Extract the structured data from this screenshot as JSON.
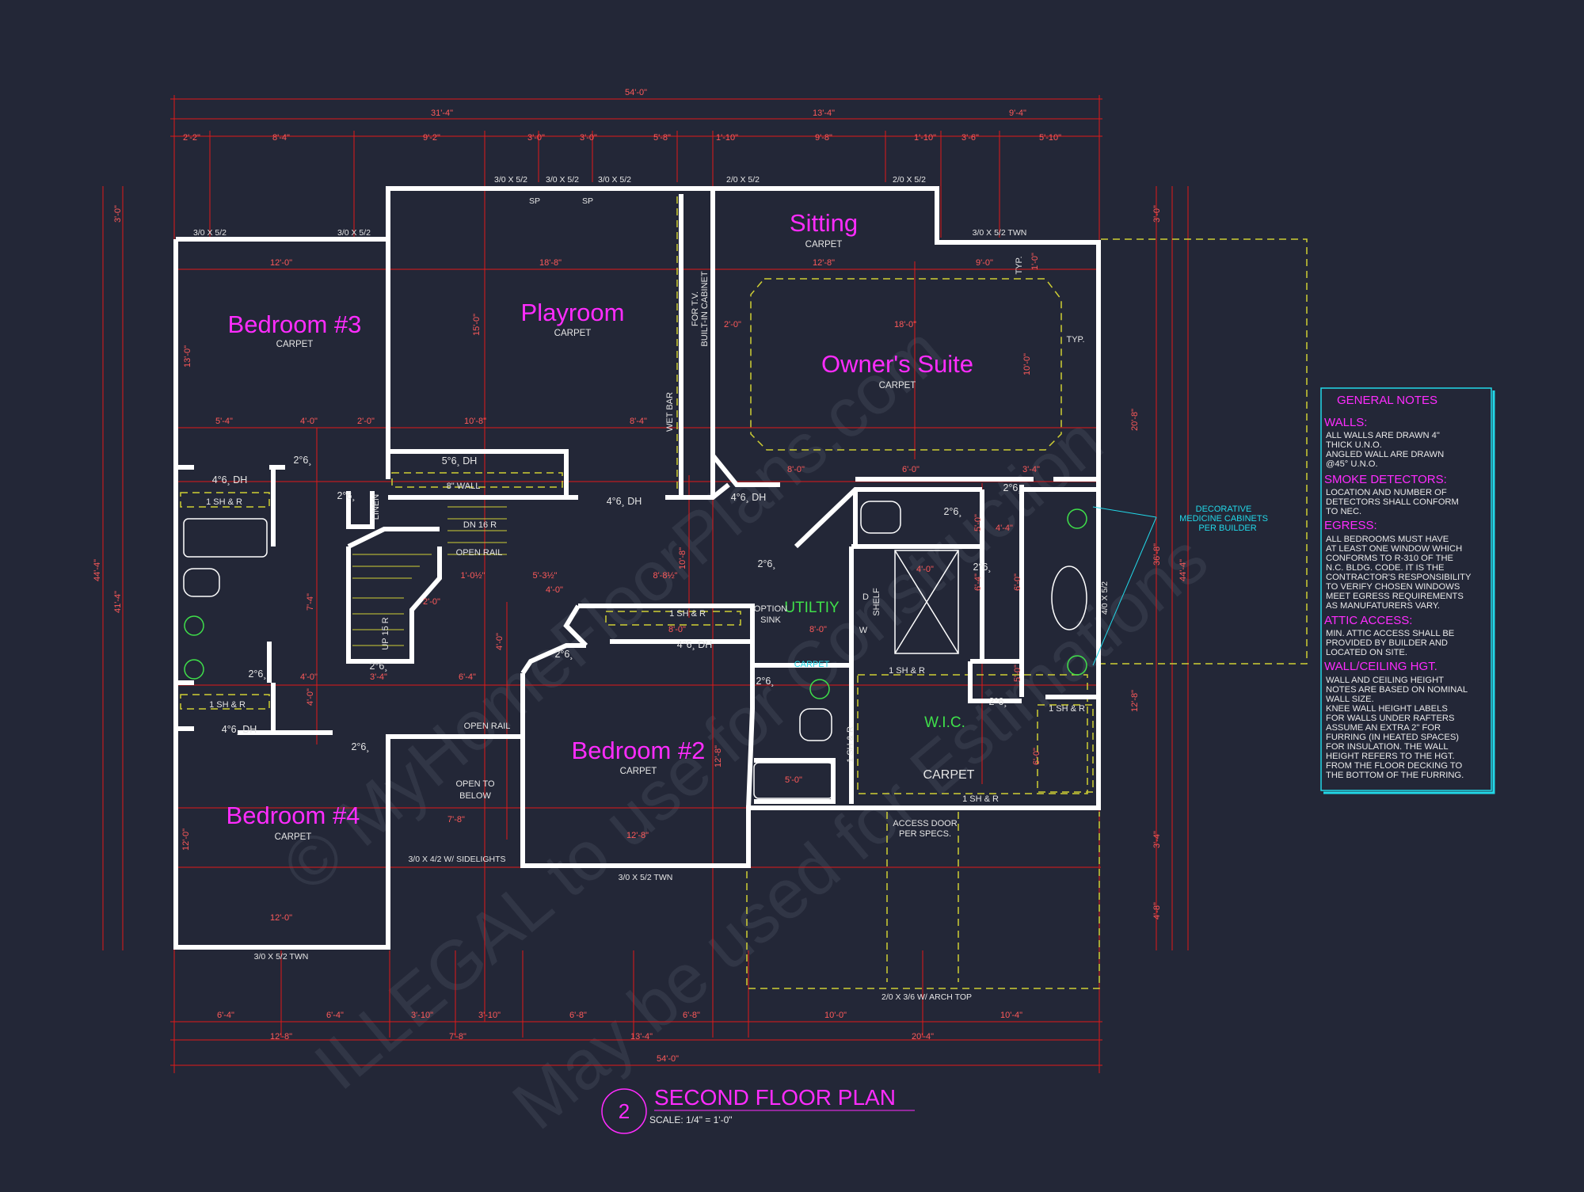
{
  "title": {
    "number": "2",
    "text": "SECOND FLOOR PLAN",
    "scale": "SCALE: 1/4\" = 1'-0\""
  },
  "rooms": {
    "bedroom3": {
      "name": "Bedroom #3",
      "floor": "CARPET"
    },
    "playroom": {
      "name": "Playroom",
      "floor": "CARPET"
    },
    "sitting": {
      "name": "Sitting",
      "floor": "CARPET"
    },
    "owners_suite": {
      "name": "Owner's Suite",
      "floor": "CARPET"
    },
    "bedroom2": {
      "name": "Bedroom #2",
      "floor": "CARPET"
    },
    "bedroom4": {
      "name": "Bedroom #4",
      "floor": "CARPET"
    },
    "utility": {
      "name": "UTILTIY"
    },
    "wic": {
      "name": "W.I.C.",
      "floor": "CARPET"
    }
  },
  "windows": {
    "w1": "3/0 X 5/2",
    "w2": "3/0 X 5/2",
    "w3": "3/0 X 5/2",
    "w4": "3/0 X 5/2",
    "w5": "3/0 X 5/2",
    "w6": "2/0 X 5/2",
    "w7": "2/0 X 5/2",
    "w8": "3/0 X 5/2 TWN",
    "w9": "3/0 X 5/2 TWN",
    "w10": "3/0 X 4/2 W/ SIDELIGHTS",
    "w11": "3/0 X 5/2 TWN",
    "w12": "2/0 X 3/6 W/ ARCH TOP",
    "w13": "4/0 X 5/2",
    "sp1": "SP",
    "sp2": "SP"
  },
  "doors": {
    "d1": "4°6¸ DH",
    "d2": "2°6¸",
    "d3": "2°6¸",
    "d4": "5°6¸ DH",
    "d5": "4°6¸ DH",
    "d6": "4°6¸ DH",
    "d7": "2°6¸",
    "d8": "2°6¸",
    "d9": "2°6¸",
    "d10": "2°6¸",
    "d11": "2°6¸",
    "d12": "4°6¸ DH",
    "d13": "2°6¸",
    "d14": "2°6¸",
    "d15": "2°6¸",
    "d16": "4°6¸ DH",
    "d17": "2°6¸",
    "d18": "2°6¸"
  },
  "labels": {
    "sh1": "1 SH & R",
    "sh2": "1 SH & R",
    "sh3": "1 SH & R",
    "sh4": "1 SH & R",
    "sh5": "1 SH & R",
    "sh6": "1 SH & R",
    "sh7": "1 SH & R",
    "linen": "LINEN",
    "eight_wall": "8\" WALL",
    "stair_down": "DN 16 R",
    "open_rail1": "OPEN RAIL",
    "open_rail2": "OPEN RAIL",
    "stair_up": "UP 15 R",
    "open_below1": "OPEN TO",
    "open_below2": "BELOW",
    "wet_bar": "WET BAR",
    "tv1": "FOR T.V.",
    "tv2": "BUILT-IN CABINET",
    "option1": "OPTION",
    "option2": "SINK",
    "shelf": "SHELF",
    "d": "D",
    "w": "W",
    "access1": "ACCESS DOOR",
    "access2": "PER SPECS.",
    "typ1": "TYP.",
    "typ2": "TYP.",
    "carpet_util": "CARPET",
    "deco1": "DECORATIVE",
    "deco2": "MEDICINE CABINETS",
    "deco3": "PER BUILDER"
  },
  "dimensions": {
    "top_overall": "54'-0\"",
    "top_a": "31'-4\"",
    "top_b": "13'-4\"",
    "top_c": "9'-4\"",
    "t1": "2'-2\"",
    "t2": "8'-4\"",
    "t3": "9'-2\"",
    "t4": "3'-0\"",
    "t5": "3'-0\"",
    "t6": "5'-8\"",
    "t7": "1'-10\"",
    "t8": "9'-8\"",
    "t9": "1'-10\"",
    "t10": "3'-6\"",
    "t11": "5'-10\"",
    "b1": "6'-4\"",
    "b2": "6'-4\"",
    "b3": "3'-10\"",
    "b4": "3'-10\"",
    "b5": "6'-8\"",
    "b6": "6'-8\"",
    "b7": "10'-0\"",
    "b8": "10'-4\"",
    "bb1": "12'-8\"",
    "bb2": "7'-8\"",
    "bb3": "13'-4\"",
    "bb4": "20'-4\"",
    "bottom_overall": "54'-0\"",
    "left_overall": "44'-4\"",
    "left_a": "41'-4\"",
    "left_b": "3'-0\"",
    "right_overall": "44'-4\"",
    "right_a": "20'-8\"",
    "right_b": "36'-8\"",
    "right_c": "12'-8\"",
    "right_d": "3'-4\"",
    "right_e": "4'-8\"",
    "right_f": "3'-0\"",
    "r_b3": "12'-0\"",
    "r_b3v": "13'-0\"",
    "r_play": "18'-8\"",
    "r_playv": "15'-0\"",
    "r_sit": "12'-8\"",
    "r_own": "18'-0\"",
    "r_ownv": "10'-0\"",
    "r_2ft": "2'-0\"",
    "r_9ft": "9'-0\"",
    "r_1ft": "1'-0\"",
    "r_b2": "12'-8\"",
    "r_b2v": "12'-8\"",
    "r_b4": "12'-0\"",
    "r_b4v": "12'-0\"",
    "r_open": "7'-8\"",
    "m1": "5'-4\"",
    "m2": "4'-0\"",
    "m3": "2'-0\"",
    "m4": "10'-8\"",
    "m5": "8'-4\"",
    "m6": "8'-0\"",
    "m7": "6'-0\"",
    "m8": "3'-4\"",
    "m9": "5'-3½\"",
    "m10": "8'-8½\"",
    "m11": "4'-0\"",
    "m12": "1'-0½\"",
    "m13": "2'-0\"",
    "m14": "8'-0\"",
    "m15": "8'-0\"",
    "m16": "4'-0\"",
    "m17": "6'-4\"",
    "m18": "3'-4\"",
    "m19": "7'-4\"",
    "m20": "4'-0\"",
    "m21": "4'-0\"",
    "m22": "6'-4\"",
    "m23": "5'-0\"",
    "m24": "4'-0\"",
    "m25": "6'-0\"",
    "m26": "4'-4\"",
    "m27": "5'-0\"",
    "m28": "6'-0\"",
    "m29": "5'-0\"",
    "m30": "10'-8\""
  },
  "general_notes": {
    "title": "GENERAL NOTES",
    "walls_h": "WALLS:",
    "walls": [
      "ALL WALLS ARE DRAWN 4\"",
      "THICK U.N.O.",
      "ANGLED WALL ARE DRAWN",
      "@45° U.N.O."
    ],
    "smoke_h": "SMOKE DETECTORS:",
    "smoke": [
      "LOCATION AND NUMBER OF",
      "DETECTORS SHALL CONFORM",
      "TO NEC."
    ],
    "egress_h": "EGRESS:",
    "egress": [
      "ALL BEDROOMS MUST HAVE",
      "AT LEAST ONE WINDOW WHICH",
      "CONFORMS TO R-310 OF THE",
      "N.C. BLDG. CODE. IT IS THE",
      "CONTRACTOR'S RESPONSIBILITY",
      "TO VERIFY CHOSEN WINDOWS",
      "MEET EGRESS REQUIREMENTS",
      "AS MANUFATURERS VARY."
    ],
    "attic_h": "ATTIC ACCESS:",
    "attic": [
      "MIN. ATTIC ACCESS SHALL BE",
      "PROVIDED BY BUILDER AND",
      "LOCATED ON SITE."
    ],
    "ceiling_h": "WALL/CEILING HGT.",
    "ceiling": [
      "WALL AND CEILING HEIGHT",
      "NOTES ARE BASED ON NOMINAL",
      "WALL SIZE.",
      "KNEE WALL HEIGHT LABELS",
      "FOR WALLS UNDER RAFTERS",
      "ASSUME AN EXTRA 2\" FOR",
      "FURRING (IN HEATED SPACES)",
      "FOR INSULATION. THE WALL",
      "HEIGHT REFERS TO THE HGT.",
      "FROM THE FLOOR DECKING TO",
      "THE BOTTOM OF THE FURRING."
    ]
  },
  "watermark": {
    "w1": "© MyHomeFloorPlans.com",
    "w2": "ILLEGAL to use for Construction",
    "w3": "May be used for Estimations"
  },
  "colors": {
    "background": "#232737",
    "room_label": "#ff2cff",
    "dimension": "#e01818",
    "annotation": "#22d8e8",
    "wall": "#ffffff"
  }
}
